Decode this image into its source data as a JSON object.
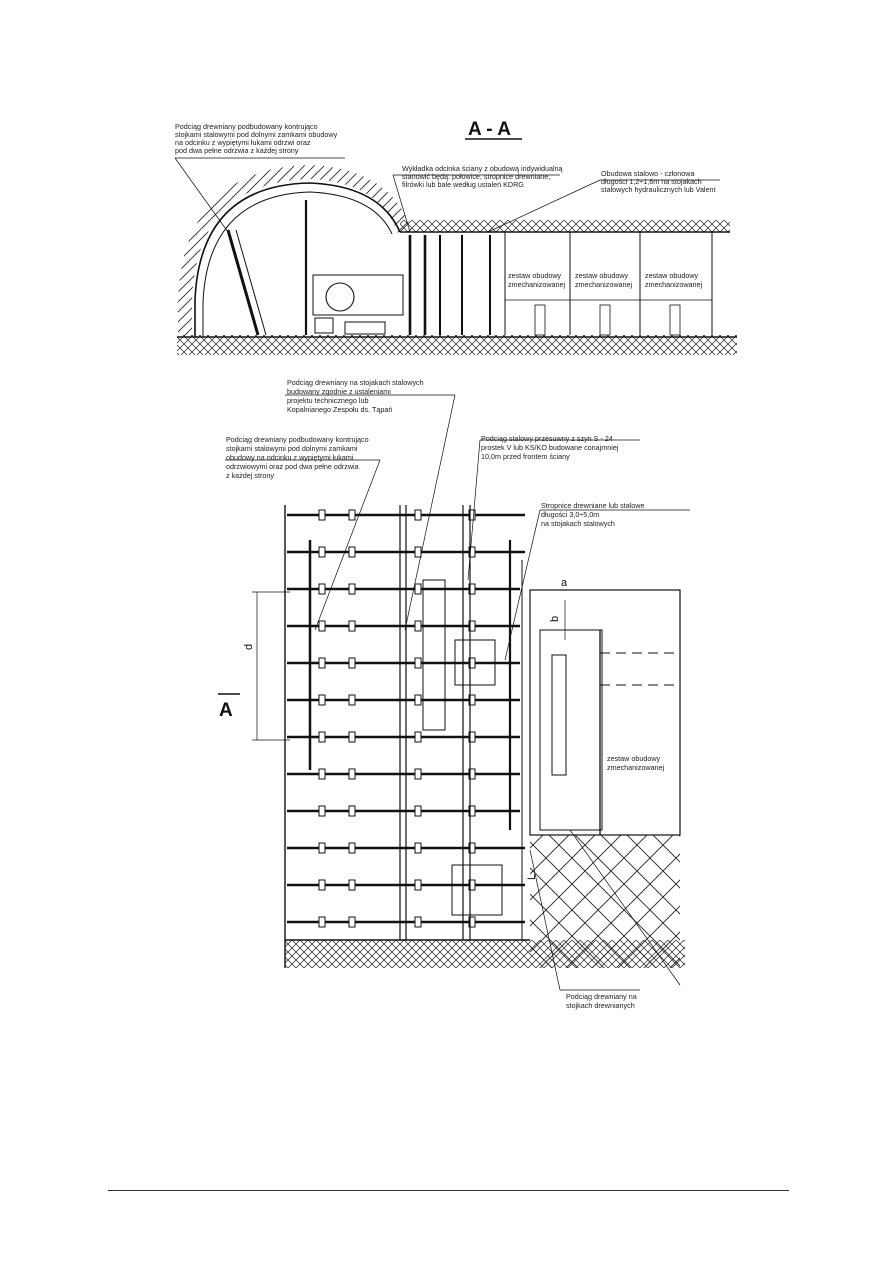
{
  "section_title": "A - A",
  "top_view": {
    "label_left": [
      "Podciąg drewniany podbudowany kontrująco",
      "stojkami stalowymi pod dolnymi zamkami obudowy",
      "na odcinku z wypiętymi łukami odrzwi oraz",
      "pod dwa pełne odrzwia z każdej strony"
    ],
    "label_center": [
      "Wykładka odcinka ściany z obudową indywidualną",
      "stanowić będą: połowice, stropnice drewniane,",
      "filrówki lub bale według ustaleń KDRG"
    ],
    "label_right": [
      "Obudowa stalowo - członowa",
      "długości 1,2÷1,6m na stojakach",
      "stalowych hydraulicznych lub Valent"
    ],
    "sections": [
      "zestaw obudowy zmechanizowanej",
      "zestaw obudowy zmechanizowanej",
      "zestaw obudowy zmechanizowanej"
    ]
  },
  "plan_view": {
    "label_top": [
      "Podciąg drewniany na stojakach stalowych",
      "budowany zgodnie z ustaleniami",
      "projektu technicznego lub",
      "Kopalnianego Zespołu ds. Tąpań"
    ],
    "label_left": [
      "Podciąg drewniany podbudowany kontrująco",
      "stojkami stalowymi pod dolnymi zamkami",
      "obudowy na odcinku z wypiętymi łukami",
      "odrzwiowymi oraz pod dwa pełne odrzwia",
      "z każdej strony"
    ],
    "label_steel": [
      "Podciąg stalowy przesuwny z szyn S - 24",
      "prostek V lub KS/KO budowane conajmniej",
      "10,0m przed frontem ściany"
    ],
    "label_roof": [
      "Stropnice drewniane lub stalowe",
      "długości 3,0÷5,0m",
      "na stojakach stalowych"
    ],
    "label_bottom": [
      "Podciąg drewniany na",
      "stojkach drewnianych"
    ],
    "section_box": [
      "zestaw obudowy",
      "zmechanizowanej"
    ],
    "dim_a": "a",
    "dim_b": "b",
    "dim_d": "d",
    "dim_l": "L",
    "section_mark": "A"
  }
}
